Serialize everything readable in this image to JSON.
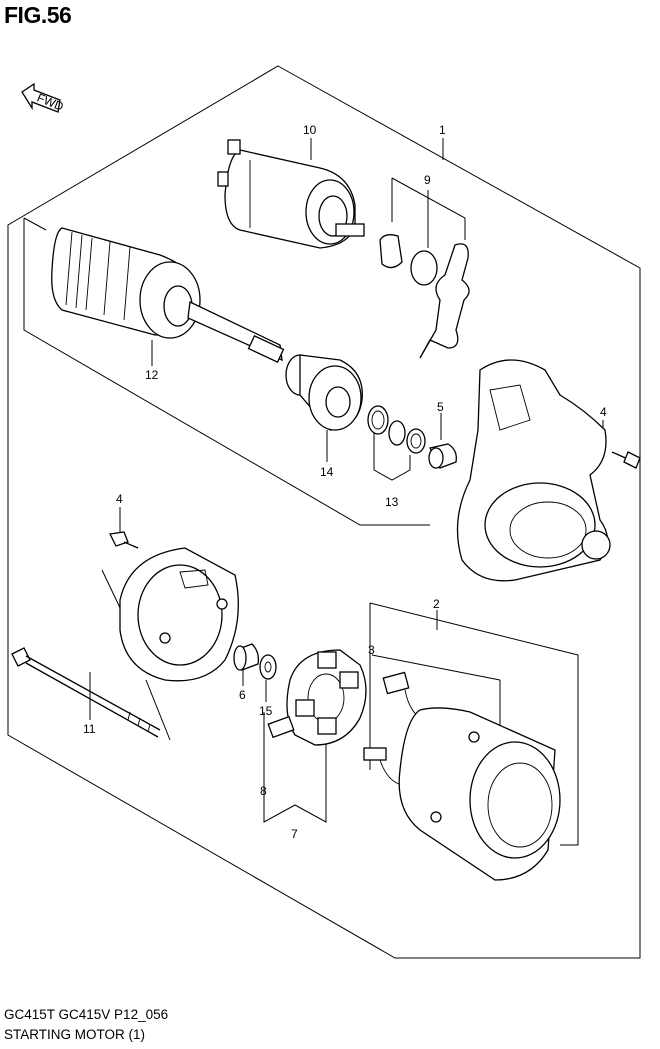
{
  "figure": {
    "title": "FIG.56",
    "model_line": "GC415T GC415V P12_056",
    "caption": "STARTING MOTOR (1)",
    "fwd_label": "FWD"
  },
  "callouts": [
    {
      "id": "1",
      "text": "1"
    },
    {
      "id": "2",
      "text": "2"
    },
    {
      "id": "3",
      "text": "3"
    },
    {
      "id": "4a",
      "text": "4"
    },
    {
      "id": "4b",
      "text": "4"
    },
    {
      "id": "5",
      "text": "5"
    },
    {
      "id": "6",
      "text": "6"
    },
    {
      "id": "7",
      "text": "7"
    },
    {
      "id": "8",
      "text": "8"
    },
    {
      "id": "9",
      "text": "9"
    },
    {
      "id": "10",
      "text": "10"
    },
    {
      "id": "11",
      "text": "11"
    },
    {
      "id": "12",
      "text": "12"
    },
    {
      "id": "13",
      "text": "13"
    },
    {
      "id": "14",
      "text": "14"
    },
    {
      "id": "15",
      "text": "15"
    }
  ]
}
